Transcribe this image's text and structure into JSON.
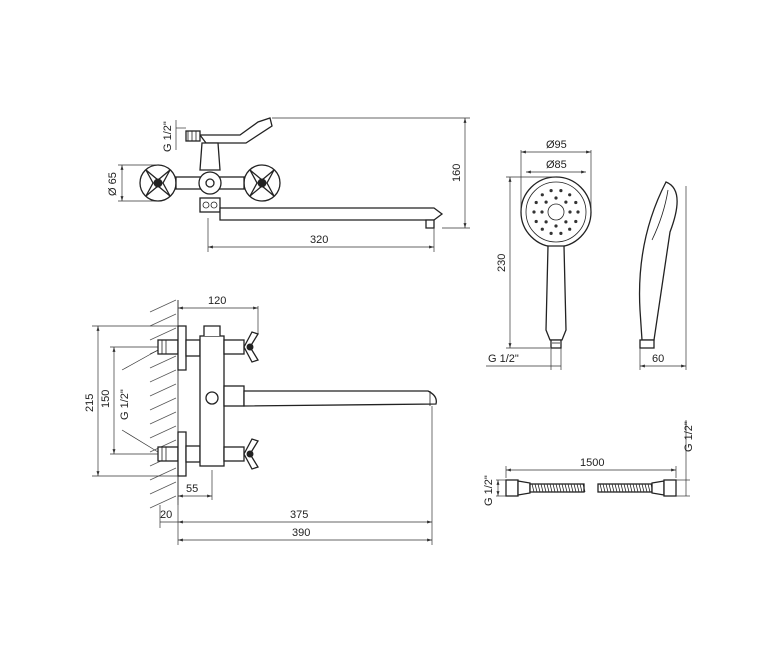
{
  "top_view": {
    "dim_thread": "G 1/2\"",
    "dim_handle_dia": "Ø 65",
    "dim_height": "160",
    "dim_spout": "320"
  },
  "front_view": {
    "dim_top_width": "120",
    "dim_height": "215",
    "dim_centers": "150",
    "dim_thread": "G 1/2\"",
    "dim_eccentric": "55",
    "dim_wall": "20",
    "dim_spout_reach": "375",
    "dim_total": "390"
  },
  "shower_head": {
    "dim_outer_dia": "Ø95",
    "dim_inner_dia": "Ø85",
    "dim_length": "230",
    "dim_thread": "G 1/2\"",
    "dim_depth": "60"
  },
  "hose": {
    "dim_length": "1500",
    "dim_thread_left": "G 1/2\"",
    "dim_thread_right": "G 1/2\""
  },
  "colors": {
    "line": "#222222",
    "background": "#ffffff"
  }
}
